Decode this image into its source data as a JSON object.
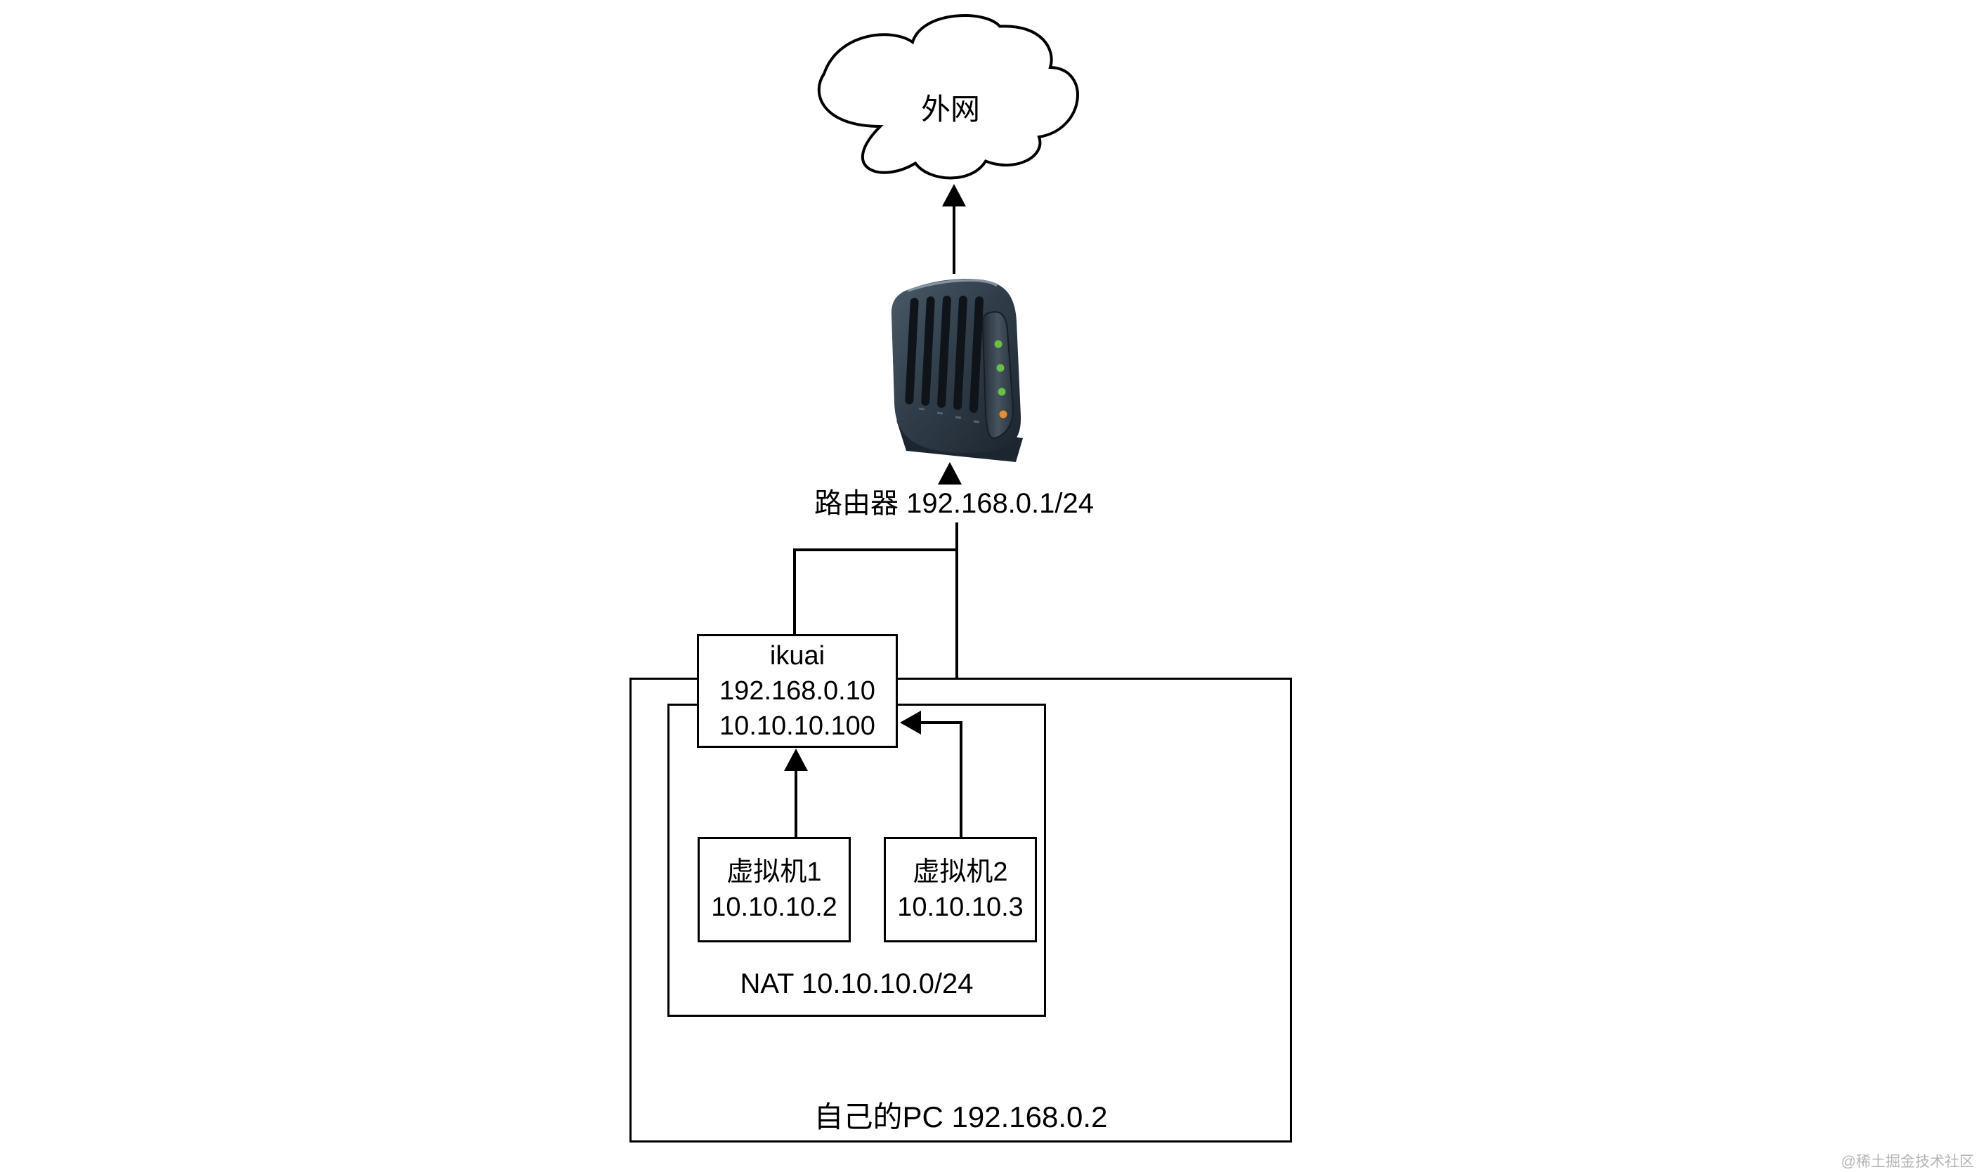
{
  "diagram": {
    "cloud": {
      "label": "外网"
    },
    "router": {
      "label": "路由器 192.168.0.1/24"
    },
    "ikuai": {
      "lines": [
        "ikuai",
        "192.168.0.10",
        "10.10.10.100"
      ]
    },
    "nat": {
      "label": "NAT 10.10.10.0/24"
    },
    "pc": {
      "label": "自己的PC 192.168.0.2"
    },
    "vm1": {
      "lines": [
        "虚拟机1",
        "10.10.10.2"
      ]
    },
    "vm2": {
      "lines": [
        "虚拟机2",
        "10.10.10.3"
      ]
    },
    "watermark": "@稀土掘金技术社区"
  },
  "colors": {
    "background": "#ffffff",
    "line": "#000000",
    "box_border": "#000000",
    "box_fill": "#ffffff",
    "router_body_dark": "#1c252e",
    "router_body_light": "#4a5a68",
    "router_vent": "#0e141a",
    "led_green": "#6abf45",
    "led_orange": "#e09035",
    "watermark_gray": "#b5b5b5"
  },
  "icons": {
    "cloud": "cloud-shape",
    "router": "router-device"
  }
}
